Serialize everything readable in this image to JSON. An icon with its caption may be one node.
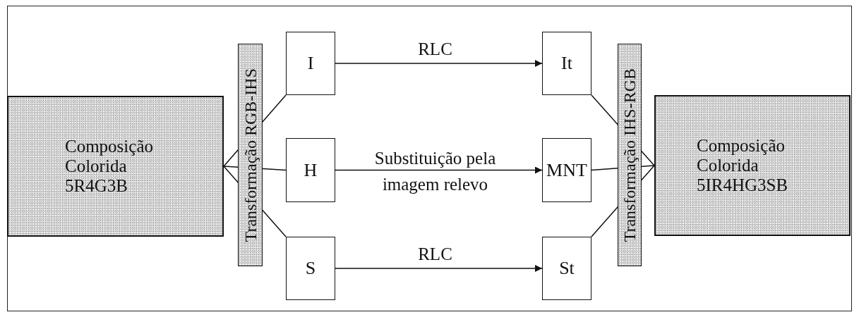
{
  "diagram": {
    "nodes": [
      {
        "text": [
          "Composição Colorida 5R4G3B"
        ]
      },
      {
        "text": [
          "I"
        ]
      },
      {
        "text": [
          "H"
        ]
      },
      {
        "text": [
          "S"
        ]
      },
      {
        "text": [
          "It"
        ]
      },
      {
        "text": [
          "MNT"
        ]
      },
      {
        "text": [
          "St"
        ]
      },
      {
        "text": [
          "Composição Colorida 5IR4HG3SB"
        ]
      }
    ],
    "edges": [
      {
        "from": 0,
        "to": 1,
        "arrow": "none"
      },
      {
        "from": 0,
        "to": 2,
        "arrow": "none"
      },
      {
        "from": 0,
        "to": 3,
        "arrow": "none"
      },
      {
        "from": 1,
        "to": 4,
        "arrow": "to",
        "label": "RLC"
      },
      {
        "from": 2,
        "to": 5,
        "arrow": "to",
        "label": "Substituição pela imagem relevo"
      },
      {
        "from": 3,
        "to": 6,
        "arrow": "to",
        "label": "RLC"
      },
      {
        "from": 4,
        "to": 7,
        "arrow": "none"
      },
      {
        "from": 5,
        "to": 7,
        "arrow": "none"
      },
      {
        "from": 6,
        "to": 7,
        "arrow": "none"
      }
    ],
    "labels": [
      "Transformação RGB-IHS",
      "Transformação IHS-RGB"
    ]
  }
}
